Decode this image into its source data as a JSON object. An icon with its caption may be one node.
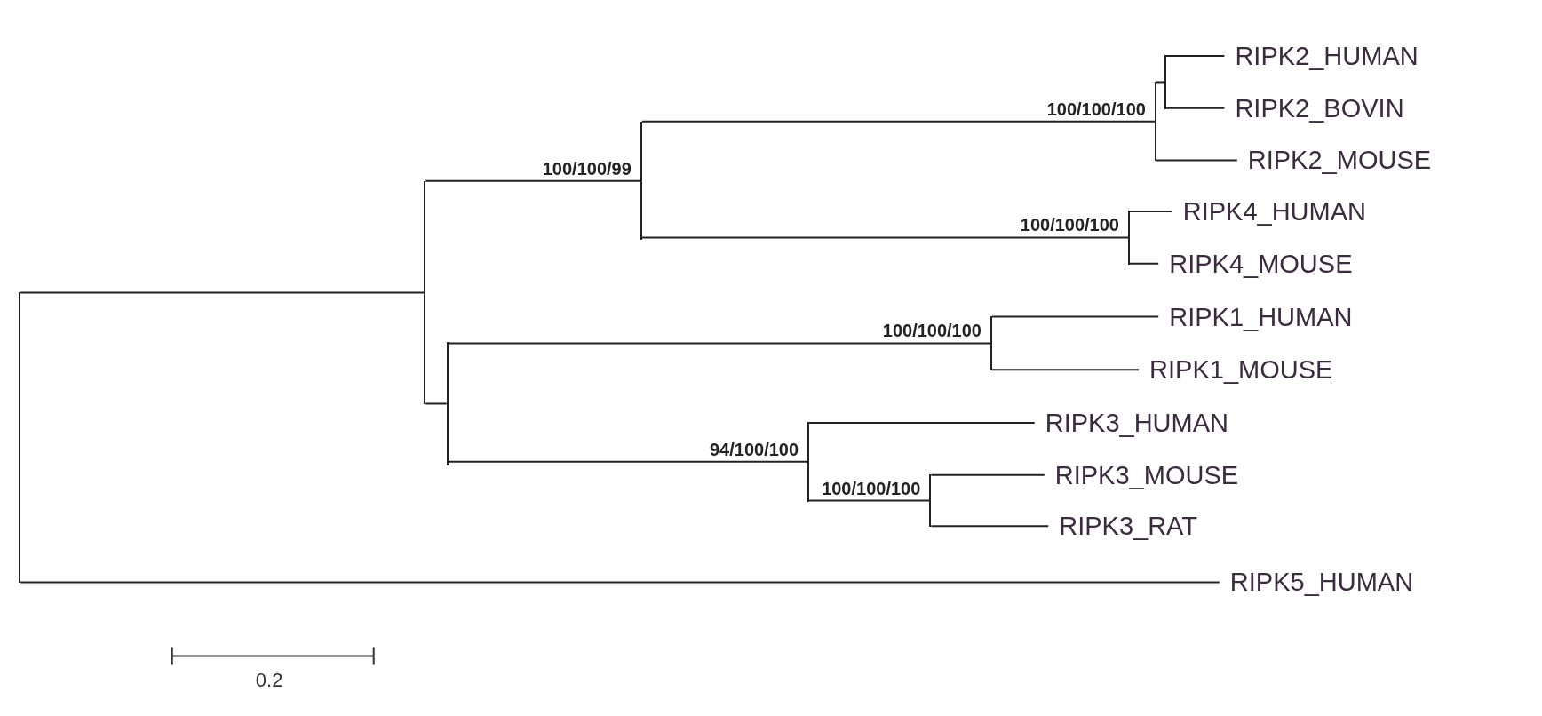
{
  "diagram": {
    "nodes": [
      {
        "text": [],
        "shape": "bar"
      },
      {
        "text": [],
        "shape": "bar"
      },
      {
        "text": [],
        "shape": "bar",
        "beside": [
          "100/100/99"
        ]
      },
      {
        "text": [],
        "shape": "bar",
        "beside": [
          "100/100/100"
        ]
      },
      {
        "text": [],
        "shape": "bar"
      },
      {
        "text": [
          "RIPK2_HUMAN"
        ]
      },
      {
        "text": [
          "RIPK2_BOVIN"
        ]
      },
      {
        "text": [
          "RIPK2_MOUSE"
        ]
      },
      {
        "text": [],
        "shape": "bar",
        "beside": [
          "100/100/100"
        ]
      },
      {
        "text": [
          "RIPK4_HUMAN"
        ]
      },
      {
        "text": [
          "RIPK4_MOUSE"
        ]
      },
      {
        "text": [],
        "shape": "bar"
      },
      {
        "text": [],
        "shape": "bar",
        "beside": [
          "100/100/100"
        ]
      },
      {
        "text": [
          "RIPK1_HUMAN"
        ]
      },
      {
        "text": [
          "RIPK1_MOUSE"
        ]
      },
      {
        "text": [],
        "shape": "bar",
        "beside": [
          "94/100/100"
        ]
      },
      {
        "text": [
          "RIPK3_HUMAN"
        ]
      },
      {
        "text": [],
        "shape": "bar",
        "beside": [
          "100/100/100"
        ]
      },
      {
        "text": [
          "RIPK3_MOUSE"
        ]
      },
      {
        "text": [
          "RIPK3_RAT"
        ]
      },
      {
        "text": [
          "RIPK5_HUMAN"
        ]
      }
    ],
    "edges": [
      {
        "from": 0,
        "to": 1,
        "arrow": "none"
      },
      {
        "from": 0,
        "to": 20,
        "arrow": "none"
      },
      {
        "from": 1,
        "to": 2,
        "arrow": "none"
      },
      {
        "from": 1,
        "to": 11,
        "arrow": "none"
      },
      {
        "from": 2,
        "to": 3,
        "arrow": "none"
      },
      {
        "from": 2,
        "to": 8,
        "arrow": "none"
      },
      {
        "from": 3,
        "to": 4,
        "arrow": "none"
      },
      {
        "from": 3,
        "to": 7,
        "arrow": "none"
      },
      {
        "from": 4,
        "to": 5,
        "arrow": "none"
      },
      {
        "from": 4,
        "to": 6,
        "arrow": "none"
      },
      {
        "from": 8,
        "to": 9,
        "arrow": "none"
      },
      {
        "from": 8,
        "to": 10,
        "arrow": "none"
      },
      {
        "from": 11,
        "to": 12,
        "arrow": "none"
      },
      {
        "from": 11,
        "to": 15,
        "arrow": "none"
      },
      {
        "from": 12,
        "to": 13,
        "arrow": "none"
      },
      {
        "from": 12,
        "to": 14,
        "arrow": "none"
      },
      {
        "from": 15,
        "to": 16,
        "arrow": "none"
      },
      {
        "from": 15,
        "to": 17,
        "arrow": "none"
      },
      {
        "from": 17,
        "to": 18,
        "arrow": "none"
      },
      {
        "from": 17,
        "to": 19,
        "arrow": "none"
      }
    ],
    "labels": [
      "0.2"
    ]
  }
}
